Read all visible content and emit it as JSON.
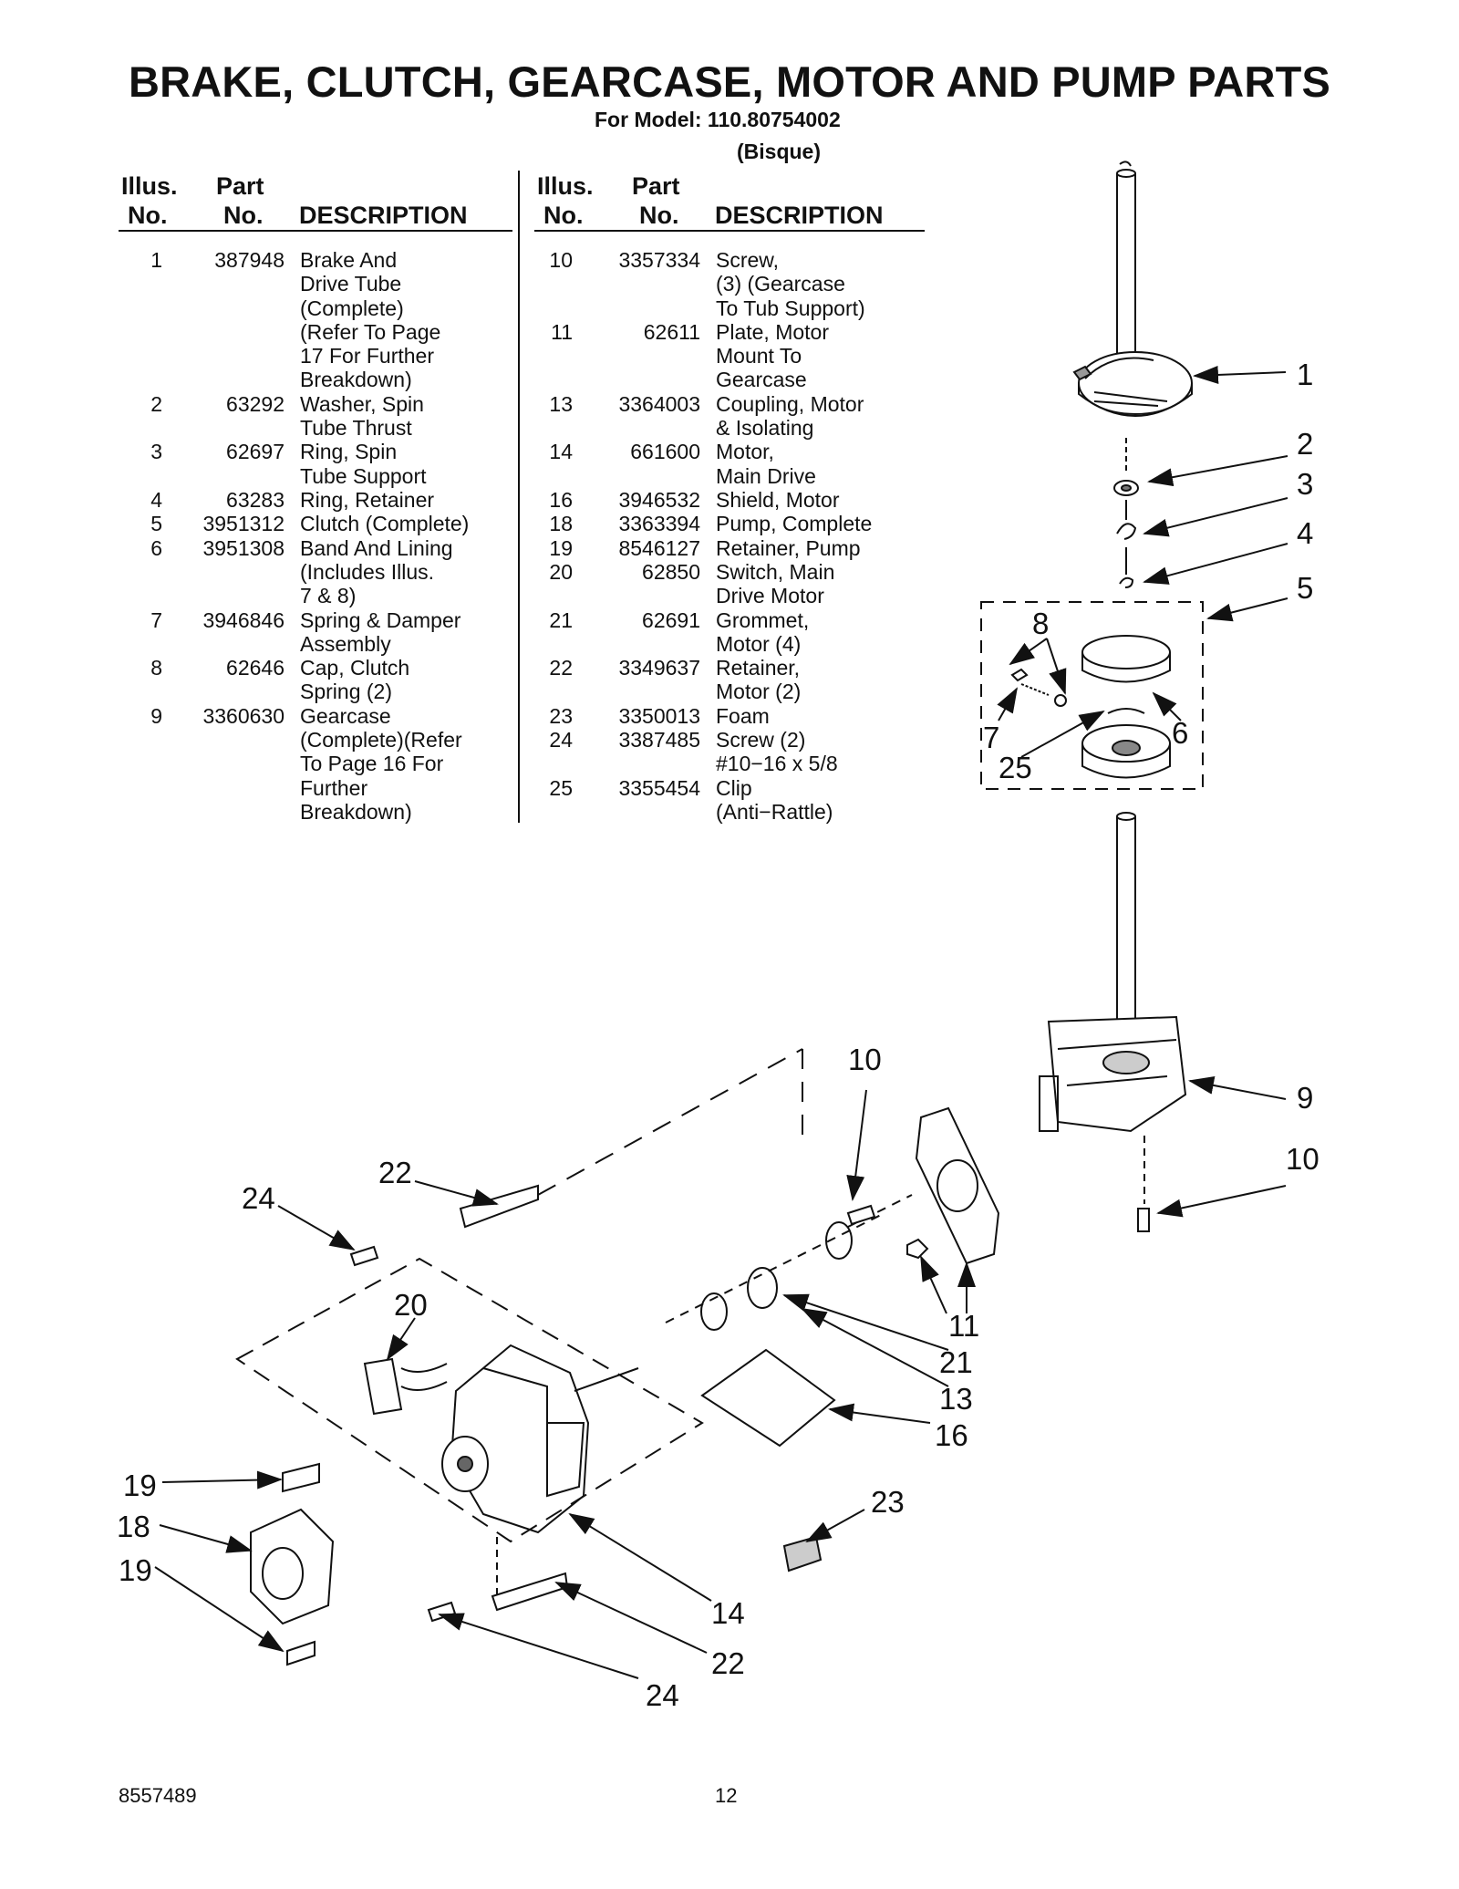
{
  "header": {
    "title": "BRAKE, CLUTCH, GEARCASE, MOTOR AND PUMP PARTS",
    "model_line": "For Model: 110.80754002",
    "color_line": "(Bisque)"
  },
  "table_headers": {
    "illus": "Illus.",
    "no": "No.",
    "part": "Part",
    "description": "DESCRIPTION"
  },
  "parts_left": [
    {
      "illus": "1",
      "part": "387948",
      "description": "Brake And\nDrive Tube\n(Complete)\n(Refer To Page\n17 For Further\nBreakdown)"
    },
    {
      "illus": "2",
      "part": "63292",
      "description": "Washer, Spin\nTube Thrust"
    },
    {
      "illus": "3",
      "part": "62697",
      "description": "Ring, Spin\nTube Support"
    },
    {
      "illus": "4",
      "part": "63283",
      "description": "Ring, Retainer"
    },
    {
      "illus": "5",
      "part": "3951312",
      "description": "Clutch (Complete)"
    },
    {
      "illus": "6",
      "part": "3951308",
      "description": "Band And Lining\n(Includes Illus.\n7 & 8)"
    },
    {
      "illus": "7",
      "part": "3946846",
      "description": "Spring & Damper\nAssembly"
    },
    {
      "illus": "8",
      "part": "62646",
      "description": "Cap, Clutch\nSpring (2)"
    },
    {
      "illus": "9",
      "part": "3360630",
      "description": "Gearcase\n(Complete)(Refer\nTo Page 16 For\nFurther\nBreakdown)"
    }
  ],
  "parts_right": [
    {
      "illus": "10",
      "part": "3357334",
      "description": "Screw,\n(3) (Gearcase\nTo Tub Support)"
    },
    {
      "illus": "11",
      "part": "62611",
      "description": "Plate, Motor\nMount To\nGearcase"
    },
    {
      "illus": "13",
      "part": "3364003",
      "description": "Coupling, Motor\n& Isolating"
    },
    {
      "illus": "14",
      "part": "661600",
      "description": "Motor,\nMain Drive"
    },
    {
      "illus": "16",
      "part": "3946532",
      "description": "Shield, Motor"
    },
    {
      "illus": "18",
      "part": "3363394",
      "description": "Pump, Complete"
    },
    {
      "illus": "19",
      "part": "8546127",
      "description": "Retainer, Pump"
    },
    {
      "illus": "20",
      "part": "62850",
      "description": "Switch, Main\nDrive Motor"
    },
    {
      "illus": "21",
      "part": "62691",
      "description": "Grommet,\nMotor (4)"
    },
    {
      "illus": "22",
      "part": "3349637",
      "description": "Retainer,\nMotor (2)"
    },
    {
      "illus": "23",
      "part": "3350013",
      "description": "Foam"
    },
    {
      "illus": "24",
      "part": "3387485",
      "description": "Screw (2)\n#10−16 x 5/8"
    },
    {
      "illus": "25",
      "part": "3355454",
      "description": "Clip\n(Anti−Rattle)"
    }
  ],
  "callouts": [
    "1",
    "2",
    "3",
    "4",
    "5",
    "8",
    "7",
    "25",
    "6",
    "10",
    "9",
    "10",
    "22",
    "24",
    "20",
    "11",
    "21",
    "13",
    "16",
    "19",
    "18",
    "19",
    "23",
    "14",
    "22",
    "24"
  ],
  "footer": {
    "doc_number": "8557489",
    "page_number": "12"
  }
}
